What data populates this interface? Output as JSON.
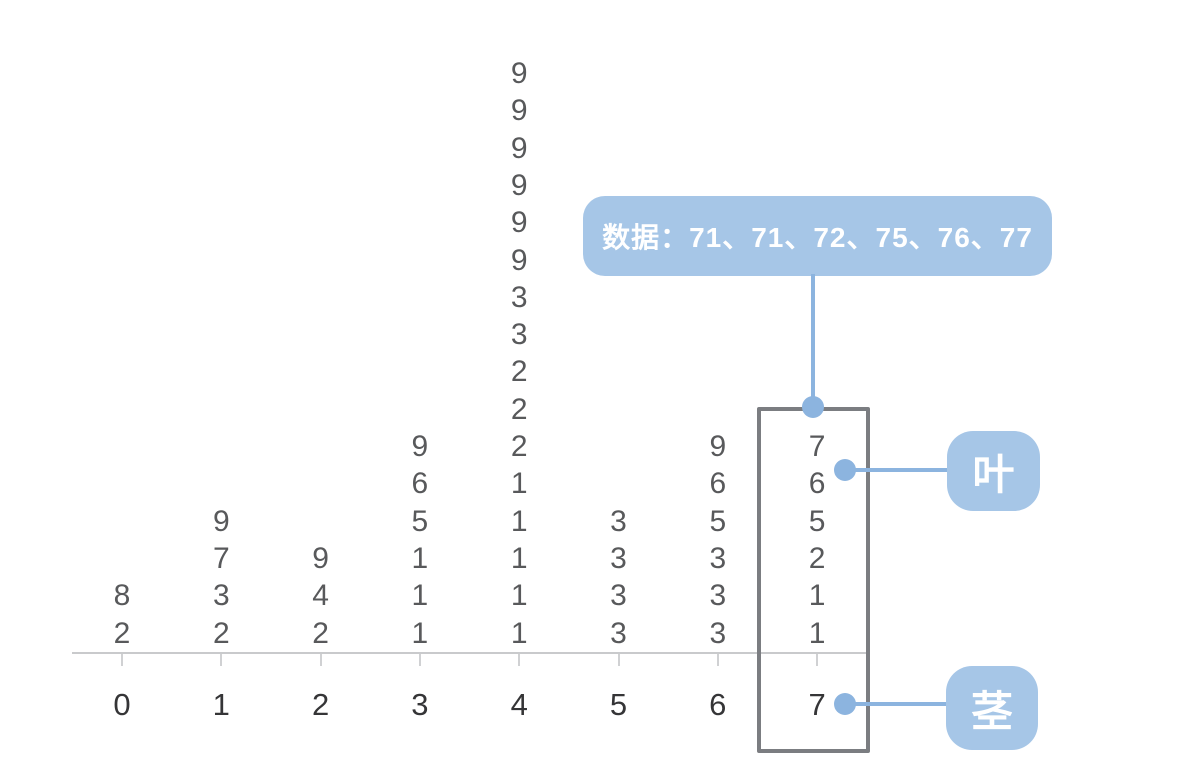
{
  "chart_data": {
    "type": "table",
    "subtype": "stem-and-leaf-plot",
    "title": "",
    "xlabel": "",
    "ylabel": "",
    "stems": [
      "0",
      "1",
      "2",
      "3",
      "4",
      "5",
      "6",
      "7"
    ],
    "leaves_bottom_to_top": [
      [
        "2",
        "8"
      ],
      [
        "2",
        "3",
        "7",
        "9"
      ],
      [
        "2",
        "4",
        "9"
      ],
      [
        "1",
        "1",
        "1",
        "5",
        "6",
        "9"
      ],
      [
        "1",
        "1",
        "1",
        "1",
        "1",
        "2",
        "2",
        "2",
        "3",
        "3",
        "9",
        "9",
        "9",
        "9",
        "9",
        "9"
      ],
      [
        "3",
        "3",
        "3",
        "3"
      ],
      [
        "3",
        "3",
        "3",
        "5",
        "6",
        "9"
      ],
      [
        "1",
        "1",
        "2",
        "5",
        "6",
        "7"
      ]
    ],
    "leaf_counts": [
      2,
      4,
      3,
      6,
      16,
      4,
      6,
      6
    ],
    "reconstructed_values": [
      2,
      8,
      12,
      13,
      17,
      19,
      22,
      24,
      29,
      31,
      31,
      31,
      35,
      36,
      39,
      41,
      41,
      41,
      41,
      41,
      42,
      42,
      42,
      43,
      43,
      49,
      49,
      49,
      49,
      49,
      49,
      53,
      53,
      53,
      53,
      63,
      63,
      63,
      65,
      66,
      69,
      71,
      71,
      72,
      75,
      76,
      77
    ],
    "highlighted_stem": "7",
    "highlighted_stem_values": [
      71,
      71,
      72,
      75,
      76,
      77
    ],
    "grid": "off",
    "legend": "none"
  },
  "annotations": {
    "data_callout": "数据：71、71、72、75、76、77",
    "leaf_badge_label": "叶",
    "stem_badge_label": "茎"
  },
  "colors": {
    "background": "#ffffff",
    "leaf_text": "#58595b",
    "stem_text": "#353537",
    "axis_line": "#c9cacc",
    "tick": "#d0d1d3",
    "highlight_box_border": "#7b7d81",
    "callout_fill": "#a6c6e7",
    "callout_text": "#ffffff",
    "connector_blue": "#8cb4df"
  }
}
